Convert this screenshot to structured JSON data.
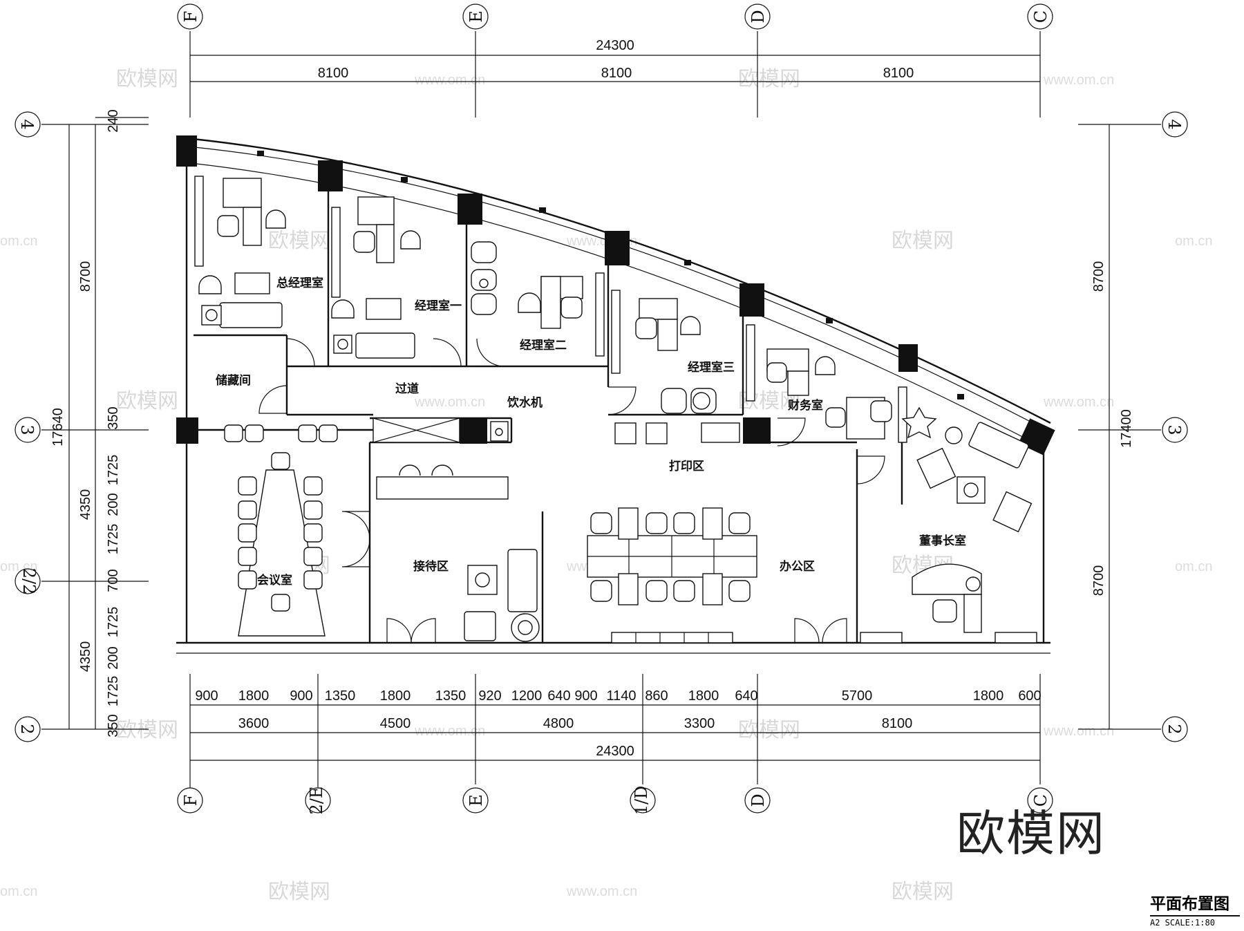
{
  "watermark": {
    "brand": "欧模网",
    "site": "www.om.cn",
    "site_short": "om.cn"
  },
  "logo": "欧模网",
  "title_block": {
    "title": "平面布置图",
    "scale": "A2 SCALE:1:80"
  },
  "axes": {
    "top": [
      "F",
      "E",
      "D",
      "C"
    ],
    "bottom": [
      "F",
      "2/E",
      "E",
      "1/D",
      "D",
      "C"
    ],
    "left": [
      "4",
      "3",
      "2/2",
      "2"
    ],
    "right": [
      "4",
      "3",
      "2"
    ]
  },
  "dimensions": {
    "top_total": "24300",
    "top_bays": [
      "8100",
      "8100",
      "8100"
    ],
    "bottom_detail": [
      "900",
      "1800",
      "900",
      "1350",
      "1800",
      "1350",
      "920",
      "1200",
      "640",
      "900",
      "1140",
      "860",
      "1800",
      "640",
      "5700",
      "1800",
      "600"
    ],
    "bottom_bays": [
      "3600",
      "4500",
      "4800",
      "3300",
      "8100"
    ],
    "bottom_total": "24300",
    "left_total": "17640",
    "left_major": [
      "8700",
      "4350",
      "4350"
    ],
    "left_detail": [
      "240",
      "350",
      "1725",
      "200",
      "1725",
      "700",
      "1725",
      "200",
      "1725",
      "350"
    ],
    "right_total": "17400",
    "right_major": [
      "8700",
      "8700"
    ]
  },
  "rooms": {
    "gm_office": "总经理室",
    "manager_1": "经理室一",
    "manager_2": "经理室二",
    "manager_3": "经理室三",
    "finance": "财务室",
    "storage": "储藏间",
    "corridor": "过道",
    "water": "饮水机",
    "print_area": "打印区",
    "meeting": "会议室",
    "reception": "接待区",
    "office_area": "办公区",
    "chairman": "董事长室"
  }
}
